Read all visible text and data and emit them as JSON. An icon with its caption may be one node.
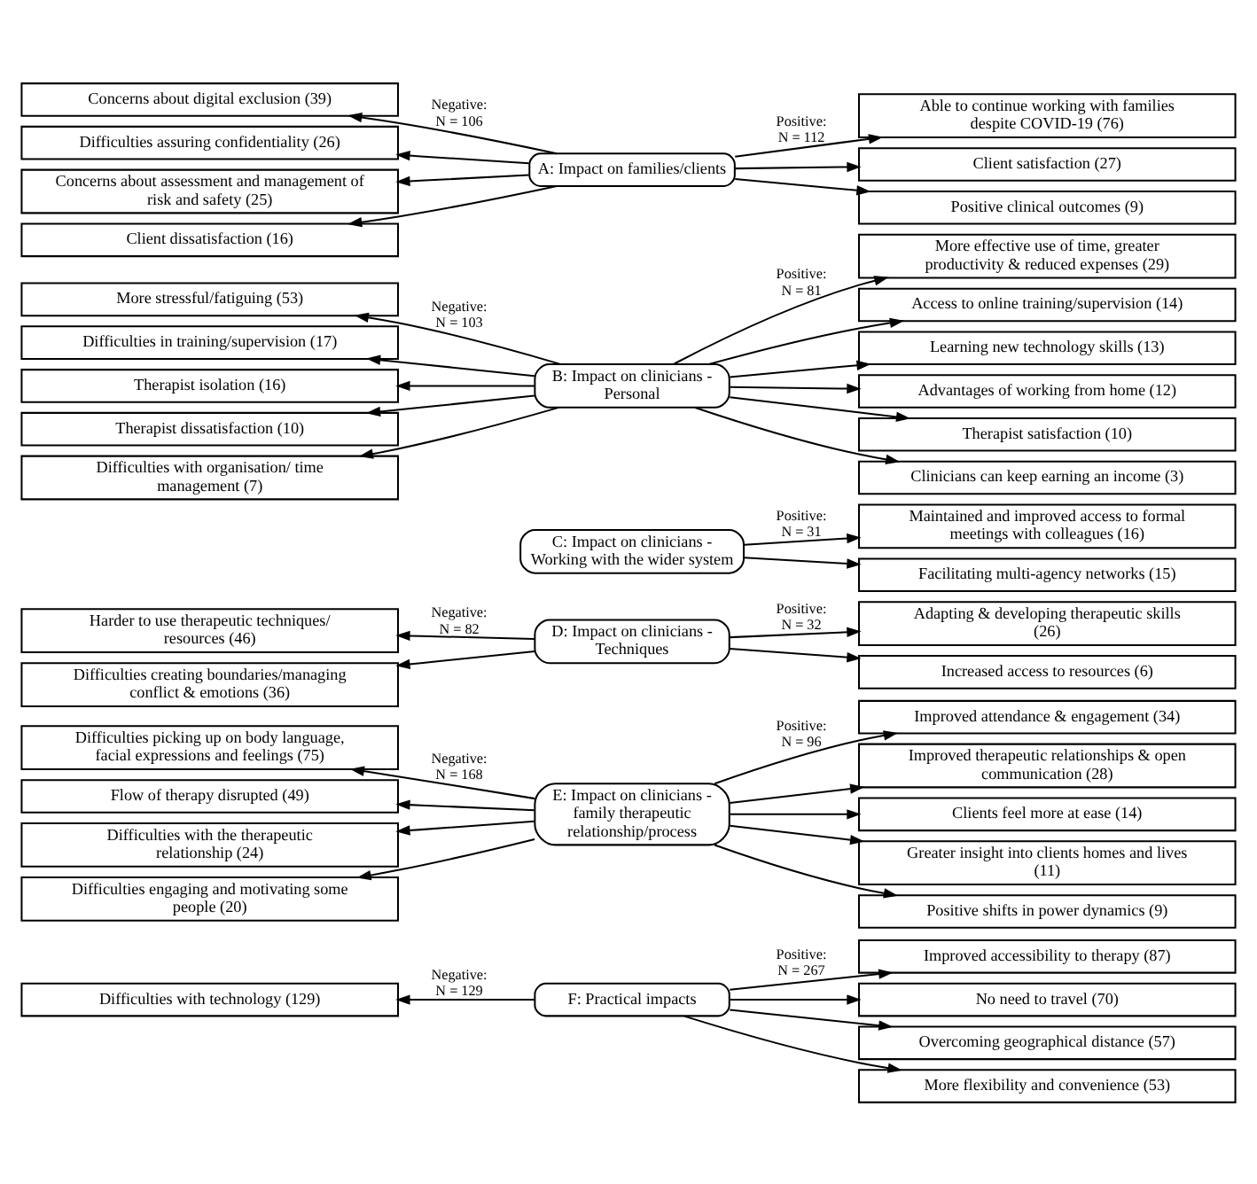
{
  "diagram": {
    "nodes": [
      {
        "text": [
          "Concerns about digital exclusion (39)"
        ]
      },
      {
        "text": [
          "Difficulties assuring confidentiality (26)"
        ]
      },
      {
        "text": [
          "Concerns about assessment and management of risk and safety (25)"
        ]
      },
      {
        "text": [
          "Client dissatisfaction (16)"
        ]
      },
      {
        "text": [
          "A: Impact on families/clients"
        ]
      },
      {
        "text": [
          "Able to continue working with families despite COVID-19 (76)"
        ]
      },
      {
        "text": [
          "Client satisfaction (27)"
        ]
      },
      {
        "text": [
          "Positive clinical outcomes (9)"
        ]
      },
      {
        "text": [
          "More stressful/fatiguing (53)"
        ]
      },
      {
        "text": [
          "Difficulties in training/supervision (17)"
        ]
      },
      {
        "text": [
          "Therapist isolation (16)"
        ]
      },
      {
        "text": [
          "Therapist dissatisfaction (10)"
        ]
      },
      {
        "text": [
          "Difficulties with organisation/ time management (7)"
        ]
      },
      {
        "text": [
          "B: Impact on clinicians - Personal"
        ]
      },
      {
        "text": [
          "More effective use of time, greater productivity & reduced expenses (29)"
        ]
      },
      {
        "text": [
          "Access to online training/supervision (14)"
        ]
      },
      {
        "text": [
          "Learning new technology skills (13)"
        ]
      },
      {
        "text": [
          "Advantages of working from home (12)"
        ]
      },
      {
        "text": [
          "Therapist satisfaction (10)"
        ]
      },
      {
        "text": [
          "Clinicians can keep earning an income (3)"
        ]
      },
      {
        "text": [
          "C: Impact on clinicians - Working with the wider system"
        ]
      },
      {
        "text": [
          "Maintained and improved access to formal meetings with colleagues (16)"
        ]
      },
      {
        "text": [
          "Facilitating multi-agency networks (15)"
        ]
      },
      {
        "text": [
          "Harder to use therapeutic techniques/ resources (46)"
        ]
      },
      {
        "text": [
          "Difficulties creating boundaries/managing conflict & emotions (36)"
        ]
      },
      {
        "text": [
          "D: Impact on clinicians - Techniques"
        ]
      },
      {
        "text": [
          "Adapting & developing therapeutic skills (26)"
        ]
      },
      {
        "text": [
          "Increased access to resources (6)"
        ]
      },
      {
        "text": [
          "Difficulties picking up on body language, facial expressions and feelings (75)"
        ]
      },
      {
        "text": [
          "Flow of therapy disrupted (49)"
        ]
      },
      {
        "text": [
          "Difficulties with the therapeutic relationship (24)"
        ]
      },
      {
        "text": [
          "Difficulties engaging and motivating some people (20)"
        ]
      },
      {
        "text": [
          "E: Impact on clinicians - family therapeutic relationship/process"
        ]
      },
      {
        "text": [
          "Improved attendance & engagement (34)"
        ]
      },
      {
        "text": [
          "Improved therapeutic relationships & open communication (28)"
        ]
      },
      {
        "text": [
          "Clients feel more at ease (14)"
        ]
      },
      {
        "text": [
          "Greater insight into clients homes and lives (11)"
        ]
      },
      {
        "text": [
          "Positive shifts in power dynamics (9)"
        ]
      },
      {
        "text": [
          "Difficulties with technology (129)"
        ]
      },
      {
        "text": [
          "F: Practical impacts"
        ]
      },
      {
        "text": [
          "Improved accessibility to therapy (87)"
        ]
      },
      {
        "text": [
          "No need to travel (70)"
        ]
      },
      {
        "text": [
          "Overcoming geographical distance (57)"
        ]
      },
      {
        "text": [
          "More flexibility and convenience (53)"
        ]
      }
    ],
    "edges": [
      {
        "from": 4,
        "to": 0,
        "arrow": "to",
        "label": "Negative: N = 106"
      },
      {
        "from": 4,
        "to": 1,
        "arrow": "to"
      },
      {
        "from": 4,
        "to": 2,
        "arrow": "to"
      },
      {
        "from": 4,
        "to": 3,
        "arrow": "to"
      },
      {
        "from": 4,
        "to": 5,
        "arrow": "to",
        "label": "Positive: N = 112"
      },
      {
        "from": 4,
        "to": 6,
        "arrow": "to"
      },
      {
        "from": 4,
        "to": 7,
        "arrow": "to"
      },
      {
        "from": 13,
        "to": 8,
        "arrow": "to",
        "label": "Negative: N = 103"
      },
      {
        "from": 13,
        "to": 9,
        "arrow": "to"
      },
      {
        "from": 13,
        "to": 10,
        "arrow": "to"
      },
      {
        "from": 13,
        "to": 11,
        "arrow": "to"
      },
      {
        "from": 13,
        "to": 12,
        "arrow": "to"
      },
      {
        "from": 13,
        "to": 14,
        "arrow": "to",
        "label": "Positive: N = 81"
      },
      {
        "from": 13,
        "to": 15,
        "arrow": "to"
      },
      {
        "from": 13,
        "to": 16,
        "arrow": "to"
      },
      {
        "from": 13,
        "to": 17,
        "arrow": "to"
      },
      {
        "from": 13,
        "to": 18,
        "arrow": "to"
      },
      {
        "from": 13,
        "to": 19,
        "arrow": "to"
      },
      {
        "from": 20,
        "to": 21,
        "arrow": "to",
        "label": "Positive: N = 31"
      },
      {
        "from": 20,
        "to": 22,
        "arrow": "to"
      },
      {
        "from": 25,
        "to": 23,
        "arrow": "to",
        "label": "Negative: N = 82"
      },
      {
        "from": 25,
        "to": 24,
        "arrow": "to"
      },
      {
        "from": 25,
        "to": 26,
        "arrow": "to",
        "label": "Positive: N = 32"
      },
      {
        "from": 25,
        "to": 27,
        "arrow": "to"
      },
      {
        "from": 32,
        "to": 28,
        "arrow": "to",
        "label": "Negative: N = 168"
      },
      {
        "from": 32,
        "to": 29,
        "arrow": "to"
      },
      {
        "from": 32,
        "to": 30,
        "arrow": "to"
      },
      {
        "from": 32,
        "to": 31,
        "arrow": "to"
      },
      {
        "from": 32,
        "to": 33,
        "arrow": "to",
        "label": "Positive: N = 96"
      },
      {
        "from": 32,
        "to": 34,
        "arrow": "to"
      },
      {
        "from": 32,
        "to": 35,
        "arrow": "to"
      },
      {
        "from": 32,
        "to": 36,
        "arrow": "to"
      },
      {
        "from": 32,
        "to": 37,
        "arrow": "to"
      },
      {
        "from": 39,
        "to": 38,
        "arrow": "to",
        "label": "Negative: N = 129"
      },
      {
        "from": 39,
        "to": 40,
        "arrow": "to",
        "label": "Positive: N = 267"
      },
      {
        "from": 39,
        "to": 41,
        "arrow": "to"
      },
      {
        "from": 39,
        "to": 42,
        "arrow": "to"
      },
      {
        "from": 39,
        "to": 43,
        "arrow": "to"
      }
    ]
  }
}
